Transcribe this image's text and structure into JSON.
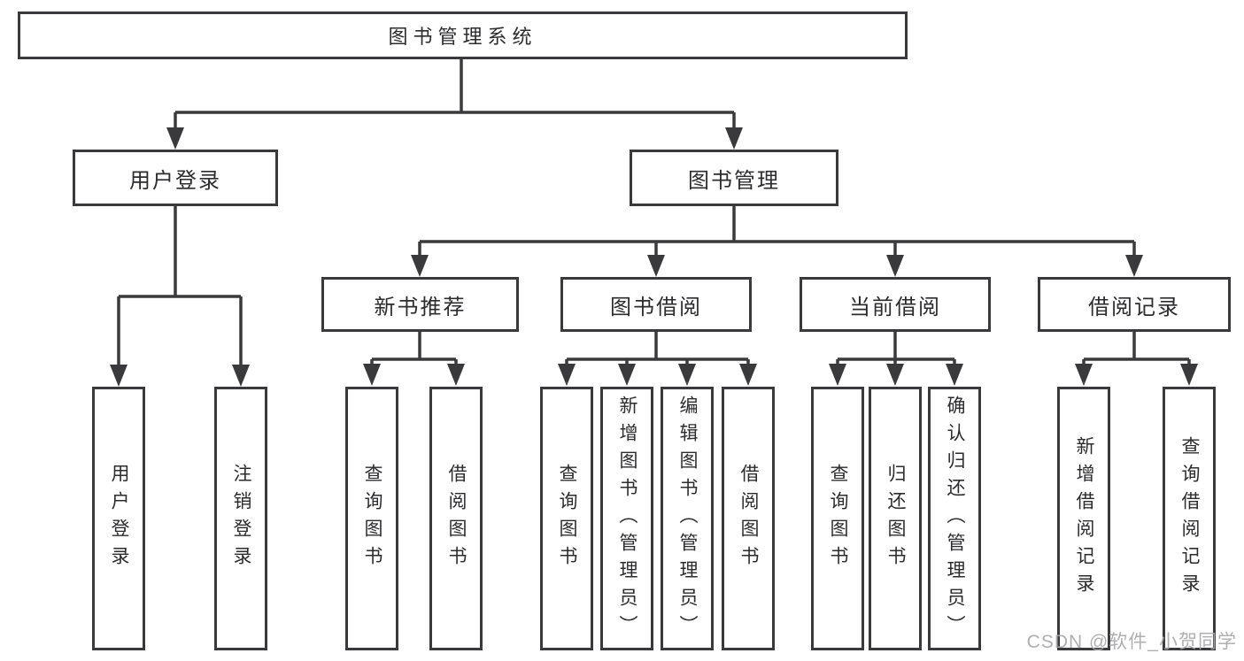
{
  "tree": {
    "label": "图书管理系统",
    "children": [
      {
        "label": "用户登录",
        "children": [
          {
            "label": "用户登录"
          },
          {
            "label": "注销登录"
          }
        ]
      },
      {
        "label": "图书管理",
        "children": [
          {
            "label": "新书推荐",
            "children": [
              {
                "label": "查询图书"
              },
              {
                "label": "借阅图书"
              }
            ]
          },
          {
            "label": "图书借阅",
            "children": [
              {
                "label": "查询图书"
              },
              {
                "label": "新增图书（管理员）"
              },
              {
                "label": "编辑图书（管理员）"
              },
              {
                "label": "借阅图书"
              }
            ]
          },
          {
            "label": "当前借阅",
            "children": [
              {
                "label": "查询图书"
              },
              {
                "label": "归还图书"
              },
              {
                "label": "确认归还（管理员）"
              }
            ]
          },
          {
            "label": "借阅记录",
            "children": [
              {
                "label": "新增借阅记录"
              },
              {
                "label": "查询借阅记录"
              }
            ]
          }
        ]
      }
    ]
  },
  "watermark": "CSDN @软件_小贺同学",
  "colors": {
    "line": "#3a3a3c",
    "text": "#2c2c2e",
    "watermark": "#a8a8aa",
    "background": "#ffffff"
  }
}
